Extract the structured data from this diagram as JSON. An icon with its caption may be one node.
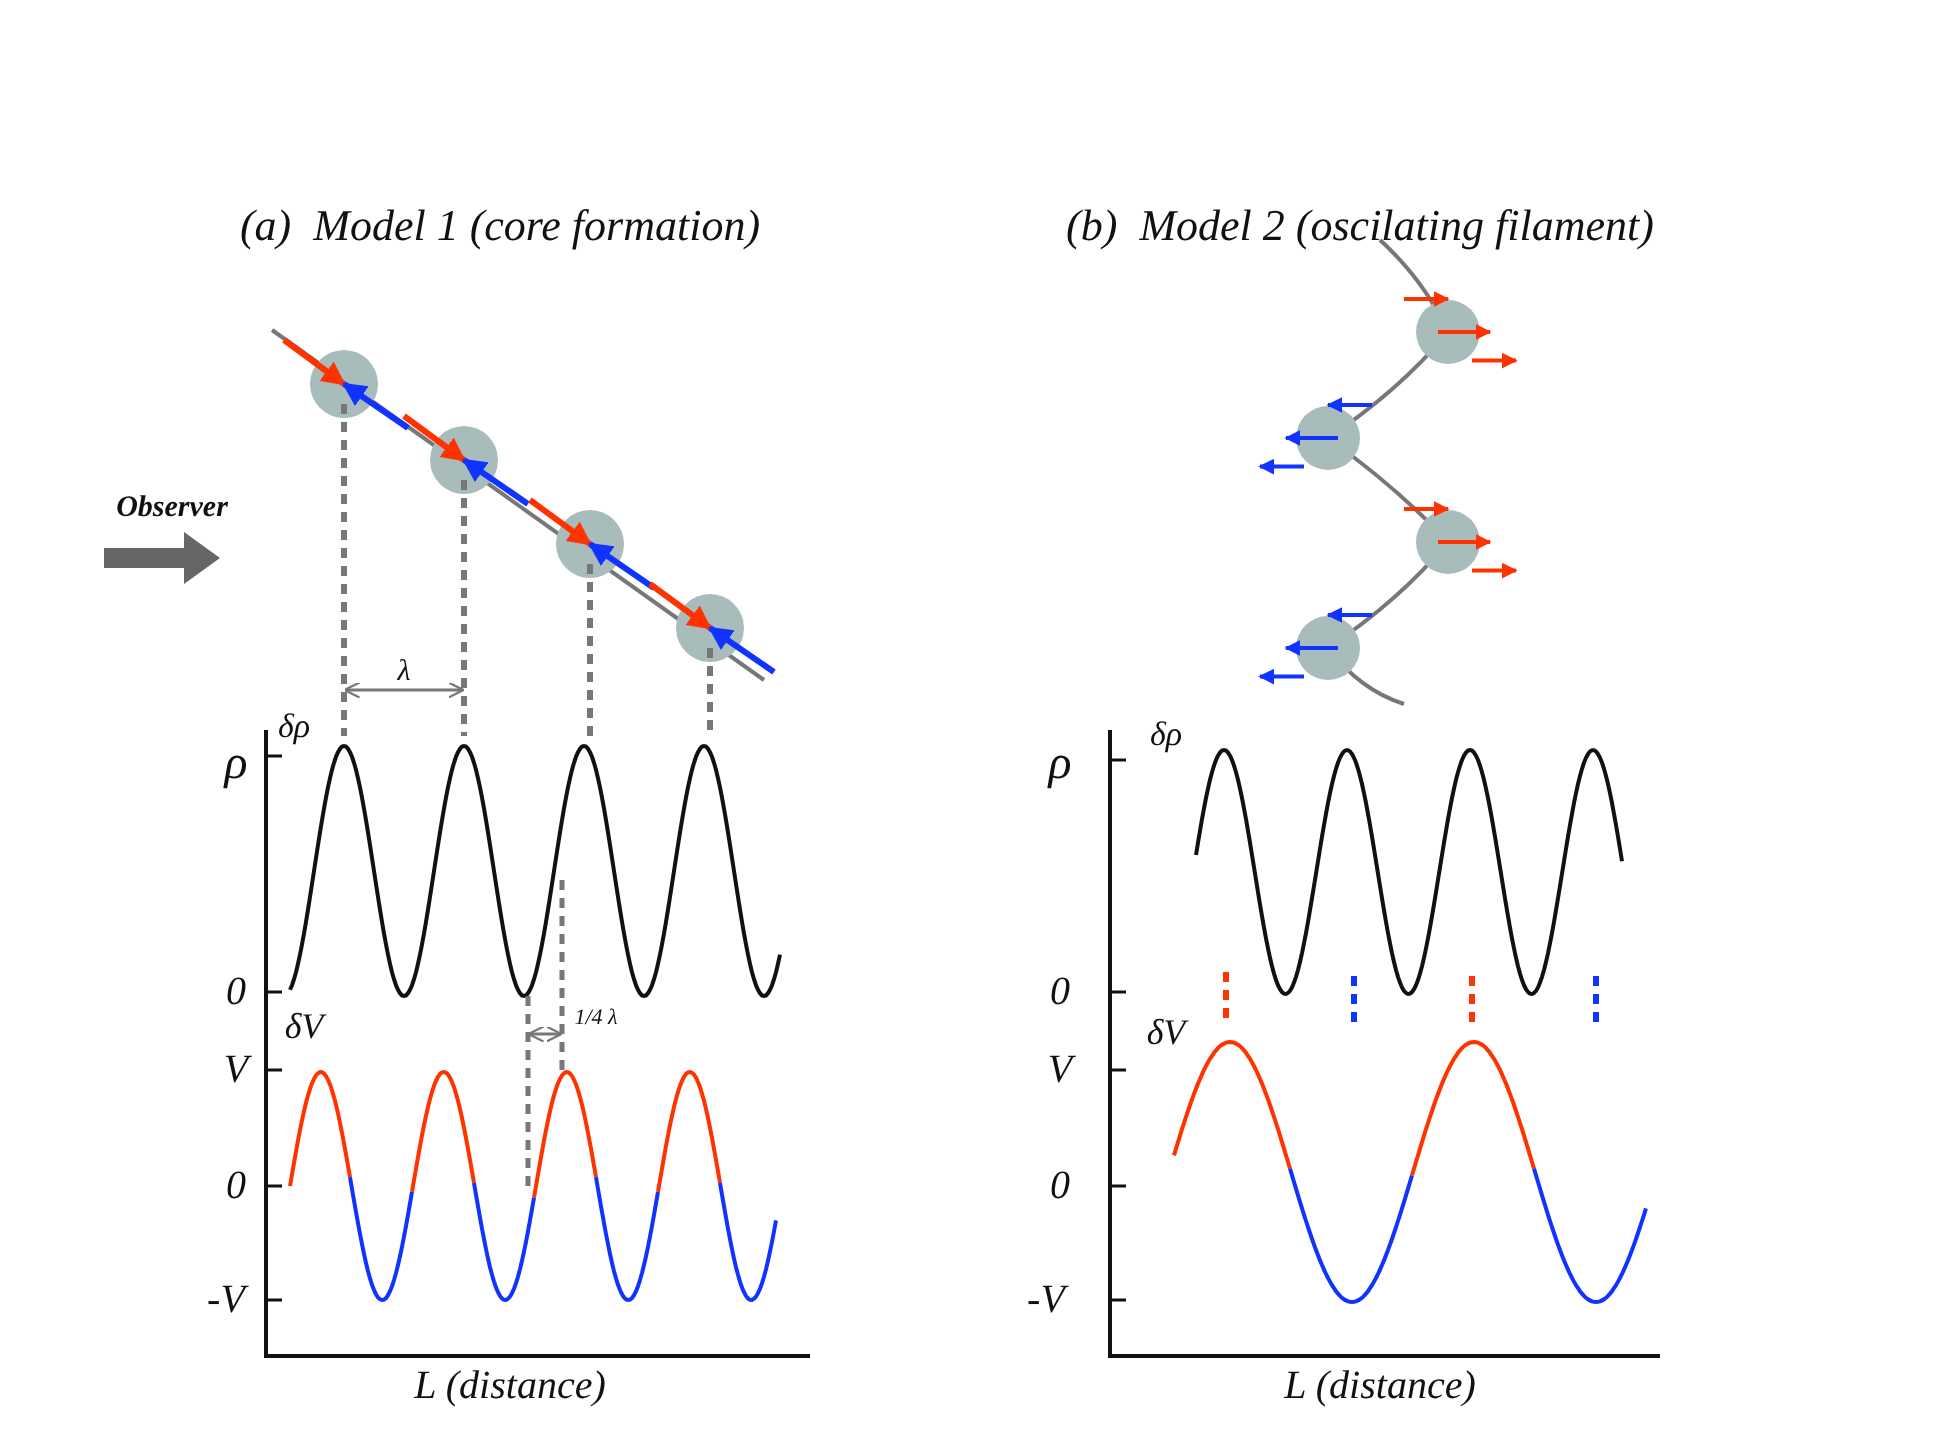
{
  "diagram": {
    "labels": [
      "(a)  Model 1 (core formation)",
      "Observer",
      "λ",
      "ρ",
      "δρ",
      "0",
      "1/4 λ",
      "δV",
      "V",
      "0",
      "-V",
      "L (distance)",
      "(b)  Model 2 (oscilating filament)",
      "ρ",
      "δρ",
      "0",
      "δV",
      "V",
      "0",
      "-V",
      "L (distance)"
    ]
  }
}
